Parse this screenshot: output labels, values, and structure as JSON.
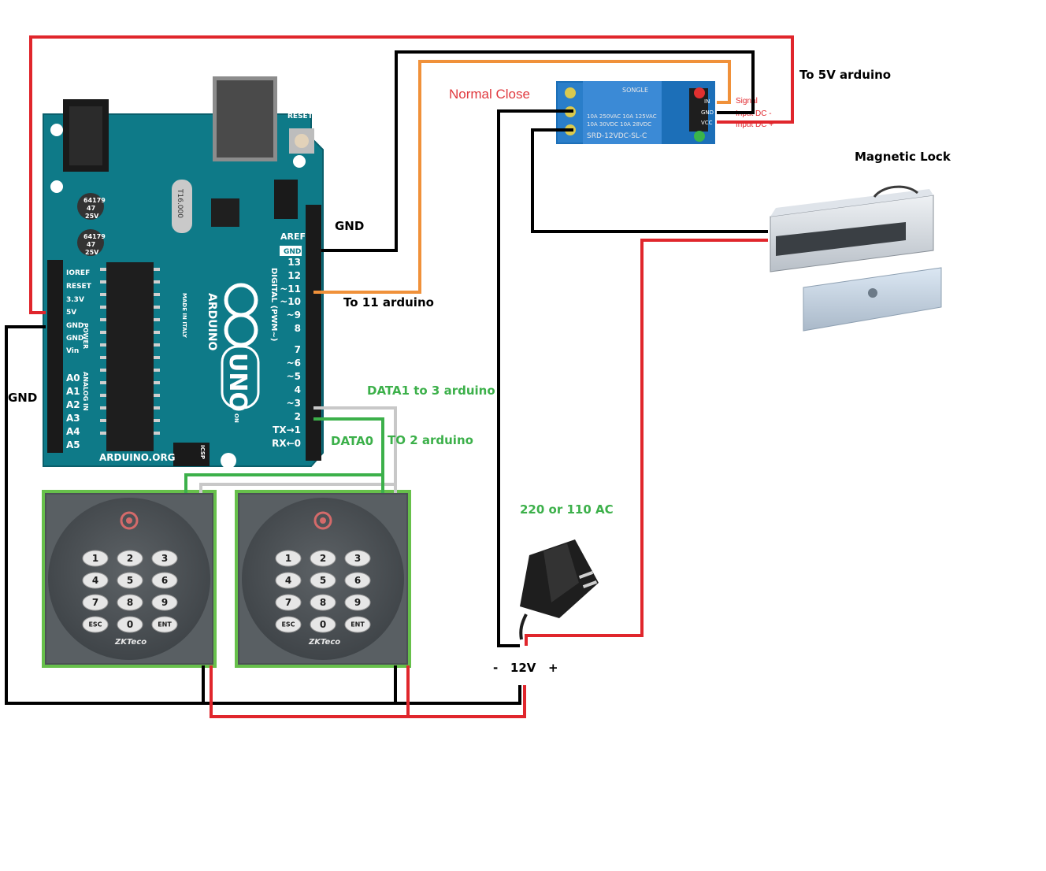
{
  "labels": {
    "to_5v": "To 5V arduino",
    "normal_close": "Normal Close",
    "magnetic_lock": "Magnetic Lock",
    "gnd_top": "GND",
    "to_11": "To 11 arduino",
    "gnd_left": "GND",
    "data1": "DATA1  to 3  arduino",
    "data0": "DATA0",
    "to_2": "TO 2   arduino",
    "ac": "220 or 110 AC",
    "v12": "-   12V   +"
  },
  "relay": {
    "signal": "Signal",
    "dc_minus": "Input DC -",
    "dc_plus": "Input DC +",
    "model": "SRD-12VDC-SL-C",
    "brand": "SONGLE",
    "rating1": "10A 250VAC  10A 125VAC",
    "rating2": "10A  30VDC  10A  28VDC",
    "pin_in": "IN",
    "pin_gnd": "GND",
    "pin_vcc": "VCC"
  },
  "arduino": {
    "aref": "AREF",
    "gnd": "GND",
    "pins_digital": [
      "13",
      "12",
      "~11",
      "~10",
      "~9",
      "8",
      "7",
      "~6",
      "~5",
      "4",
      "~3",
      "2",
      "TX→1",
      "RX←0"
    ],
    "power_pins": [
      "IOREF",
      "RESET",
      "3.3V",
      "5V",
      "GND",
      "GND",
      "Vin"
    ],
    "analog_pins": [
      "A0",
      "A1",
      "A2",
      "A3",
      "A4",
      "A5"
    ],
    "name": "ARDUINO",
    "uno": "UNO",
    "org": "ARDUINO.ORG",
    "digital_label": "DIGITAL (PWM~)",
    "reset": "RESET",
    "cap1": [
      "64179",
      "47",
      "25V"
    ],
    "cap2": [
      "64179",
      "47",
      "25V"
    ],
    "crystal": "T16.000",
    "power_label": "POWER",
    "analog_label": "ANALOG IN",
    "made_in": "MADE IN ITALY",
    "icsp": "ICSP",
    "on": "ON"
  },
  "keypad": {
    "keys": [
      "1",
      "2",
      "3",
      "4",
      "5",
      "6",
      "7",
      "8",
      "9",
      "ESC",
      "0",
      "ENT"
    ],
    "brand": "ZKTeco"
  },
  "colors": {
    "red_wire": "#e0262c",
    "black_wire": "#000000",
    "orange_wire": "#f0913a",
    "green_wire": "#3cb04a",
    "gray_wire": "#c8c8c8",
    "board": "#0f7d8c",
    "relay_blue": "#2f7fc7"
  }
}
